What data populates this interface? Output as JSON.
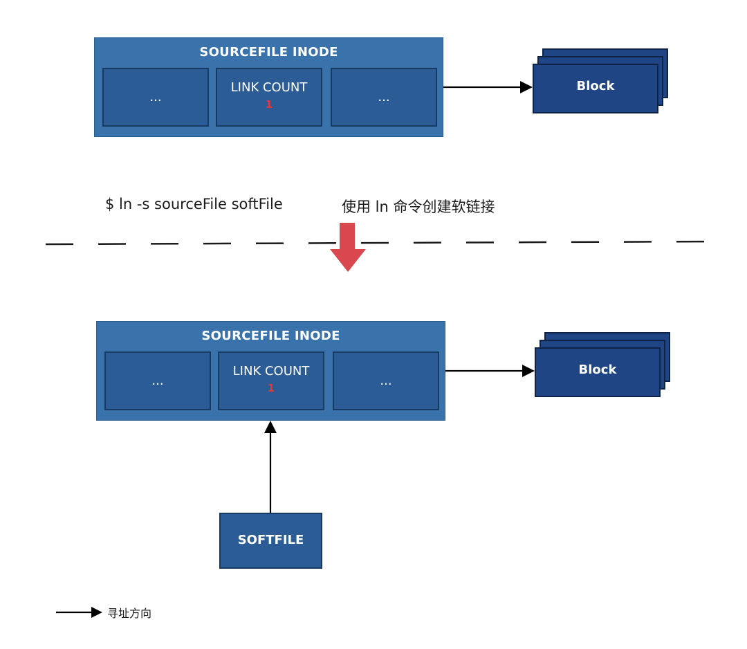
{
  "top_diagram": {
    "inode_title": "SOURCEFILE INODE",
    "cells": [
      {
        "kind": "dots",
        "text": "..."
      },
      {
        "kind": "link",
        "label": "LINK COUNT",
        "count": "1"
      },
      {
        "kind": "dots",
        "text": "..."
      }
    ],
    "block_label": "Block"
  },
  "command": {
    "text": "$ ln -s sourceFile softFile",
    "description": "使用 ln 命令创建软链接"
  },
  "bottom_diagram": {
    "inode_title": "SOURCEFILE INODE",
    "cells": [
      {
        "kind": "dots",
        "text": "..."
      },
      {
        "kind": "link",
        "label": "LINK COUNT",
        "count": "1"
      },
      {
        "kind": "dots",
        "text": "..."
      }
    ],
    "block_label": "Block",
    "softfile_label": "SOFTFILE"
  },
  "legend": {
    "label": "寻址方向"
  },
  "colors": {
    "inode_bg": "#3a73ab",
    "cell_bg": "#2b5c96",
    "block_bg": "#1f4585",
    "count_red": "#e0383e",
    "down_arrow_red": "#d9474f"
  }
}
